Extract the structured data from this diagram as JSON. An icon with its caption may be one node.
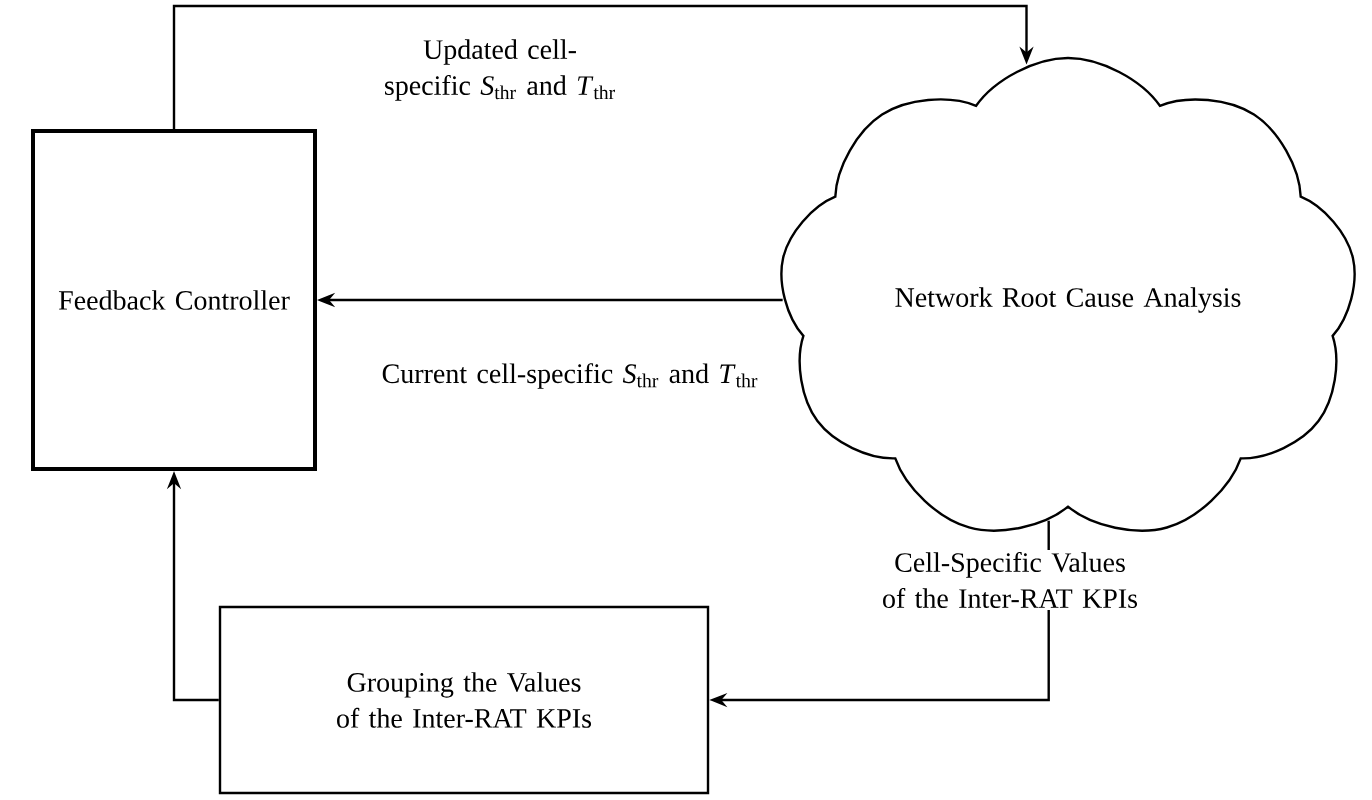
{
  "diagram": {
    "nodes": [
      {
        "text": [
          "Feedback Controller"
        ]
      },
      {
        "text": [
          "Network Root Cause Analysis"
        ]
      },
      {
        "text": [
          "Grouping the Values of the Inter-RAT KPIs"
        ]
      }
    ],
    "edges": [
      {
        "from": 0,
        "to": 1,
        "arrow": "to",
        "label": "Updated cell-specific *S*$_{thr}$ and *T*$_{thr}$"
      },
      {
        "from": 1,
        "to": 0,
        "arrow": "to",
        "label": "Current cell-specific *S*$_{thr}$ and *T*$_{thr}$"
      },
      {
        "from": 1,
        "to": 2,
        "arrow": "to",
        "label": "Cell-Specific Values of the Inter-RAT KPIs"
      },
      {
        "from": 2,
        "to": 0,
        "arrow": "to"
      }
    ]
  }
}
